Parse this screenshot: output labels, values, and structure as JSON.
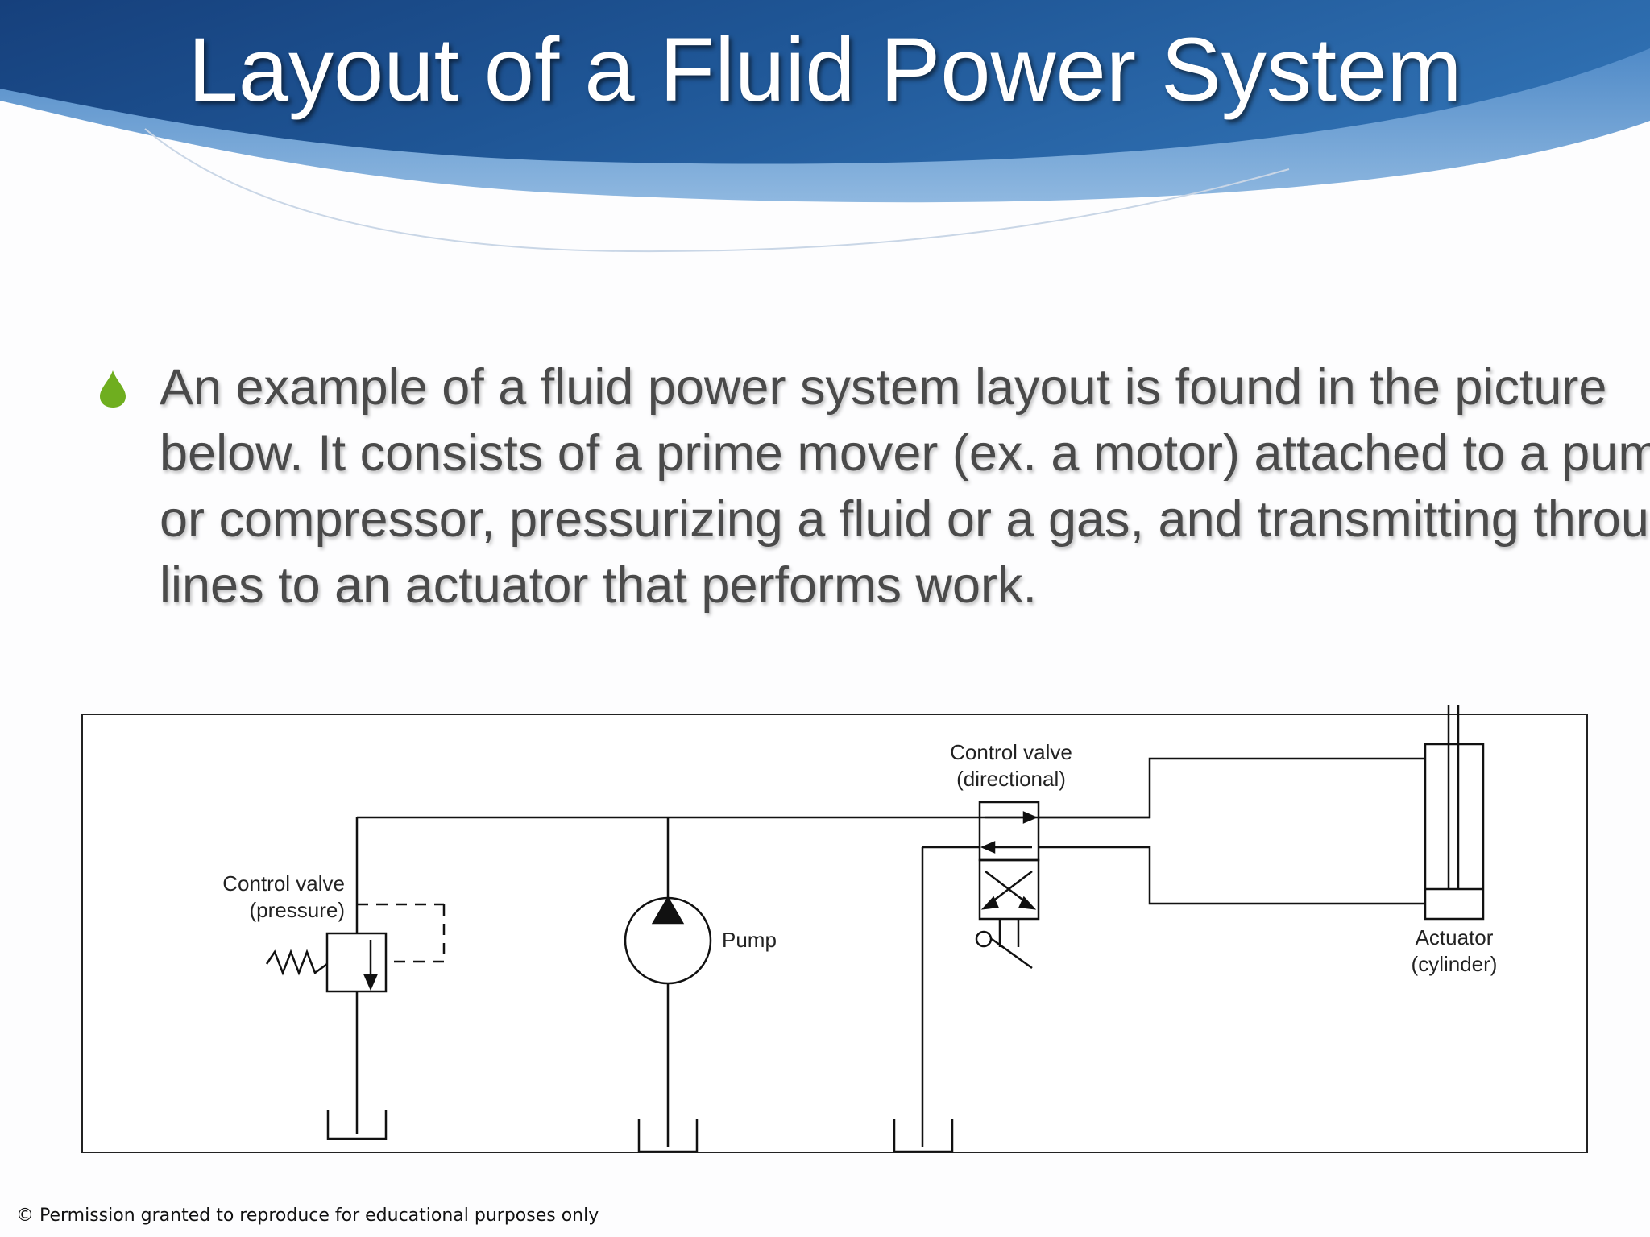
{
  "slide": {
    "title": "Layout of a Fluid Power System",
    "bullet": "An example of a fluid power system layout is found in the picture below.  It consists of a prime mover (ex. a motor) attached to a pump or compressor,  pressurizing a fluid or a gas, and transmitting through lines to an actuator that performs work."
  },
  "diagram": {
    "pressure_valve_label_1": "Control valve",
    "pressure_valve_label_2": "(pressure)",
    "pump_label": "Pump",
    "directional_valve_label_1": "Control valve",
    "directional_valve_label_2": "(directional)",
    "actuator_label_1": "Actuator",
    "actuator_label_2": "(cylinder)"
  },
  "footer": {
    "note": "© Permission granted to reproduce for educational purposes only"
  },
  "colors": {
    "header_blue": "#1d4f8f",
    "bullet_green": "#6fae1f",
    "text_gray": "#4a4a4a"
  },
  "icons": [
    "droplet-icon"
  ]
}
